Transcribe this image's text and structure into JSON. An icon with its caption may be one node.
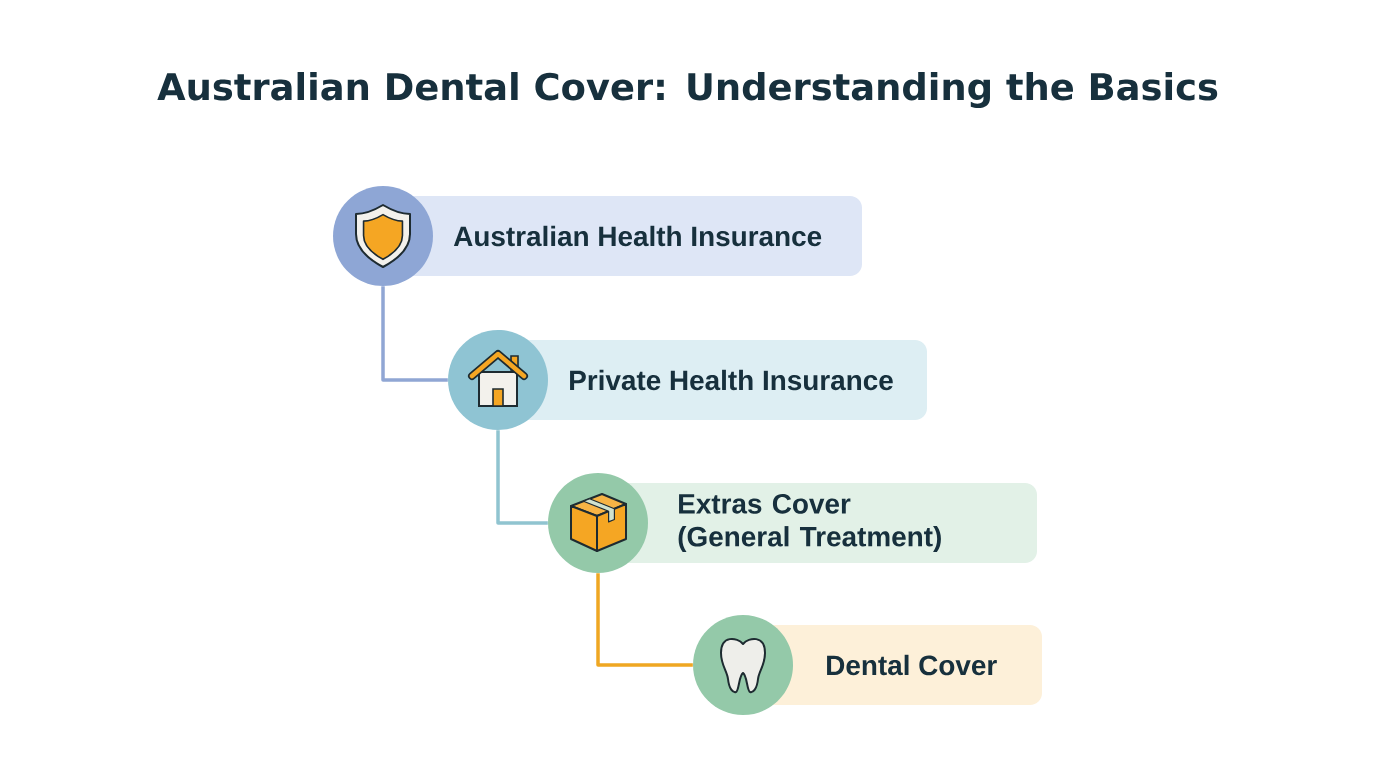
{
  "diagram": {
    "title": "Australian Dental Cover: Understanding the Basics",
    "nodes": [
      {
        "text": [
          "Australian Health Insurance"
        ]
      },
      {
        "text": [
          "Private Health Insurance"
        ]
      },
      {
        "text": [
          "Extras Cover (General Treatment)"
        ]
      },
      {
        "text": [
          "Dental Cover"
        ]
      }
    ],
    "edges": [
      {
        "from": 0,
        "to": 1,
        "arrow": "none",
        "color": "#90a6d4"
      },
      {
        "from": 1,
        "to": 2,
        "arrow": "none",
        "color": "#90c4d0"
      },
      {
        "from": 2,
        "to": 3,
        "arrow": "none",
        "color": "#efa722"
      }
    ]
  }
}
